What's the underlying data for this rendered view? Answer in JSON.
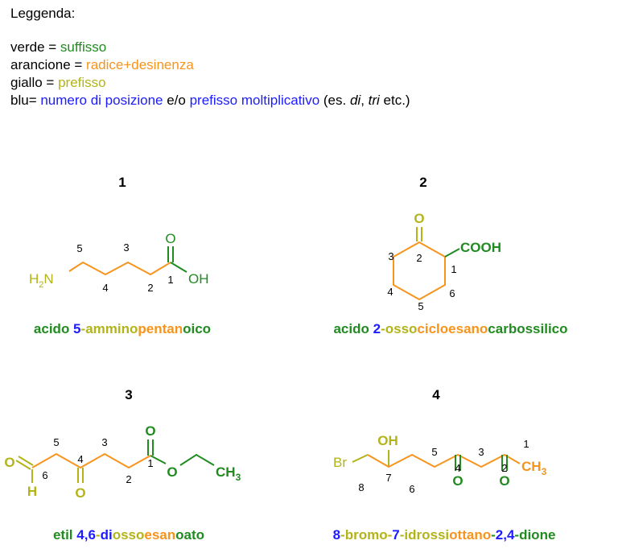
{
  "legend": {
    "title": "Leggenda:",
    "green": {
      "key": "verde",
      "eq": " = ",
      "value": "suffisso",
      "color": "#218b21"
    },
    "orange": {
      "key": "arancione",
      "eq": " = ",
      "value": "radice+desinenza",
      "color": "#f7941d"
    },
    "yellow": {
      "key": "giallo",
      "eq": " = ",
      "value": "prefisso",
      "color": "#b3b31a"
    },
    "blue": {
      "key": "blu",
      "eq": "= ",
      "value1": "numero di posizione",
      "mid": " e/o ",
      "value2": "prefisso moltiplicativo",
      "note_open": " (es. ",
      "ex1": "di",
      "sep": ", ",
      "ex2": "tri",
      "note_close": " etc.)",
      "color": "#1c1cff"
    }
  },
  "compounds": [
    {
      "label": "1",
      "atoms": {
        "n": "H",
        "n_sub": "2",
        "n_n": "N",
        "o_top": "O",
        "oh": "OH"
      },
      "locants": [
        "5",
        "3",
        "1",
        "4",
        "2"
      ],
      "name": [
        "acido ",
        "5",
        "-",
        "ammino",
        "pentan",
        "oico"
      ]
    },
    {
      "label": "2",
      "atoms": {
        "o_top": "O",
        "cooh": "COOH"
      },
      "locants": [
        "3",
        "2",
        "1",
        "4",
        "6",
        "5"
      ],
      "name": [
        "acido ",
        "2",
        "-",
        "osso",
        "cicloesano",
        "carbossilico"
      ]
    },
    {
      "label": "3",
      "atoms": {
        "o_left": "O",
        "h": "H",
        "o_mid": "O",
        "o_top": "O",
        "o_ester": "O",
        "ch": "CH",
        "ch_sub": "3"
      },
      "locants": [
        "5",
        "3",
        "6",
        "4",
        "1",
        "2"
      ],
      "name": [
        "etil ",
        "4,6",
        "-",
        "di",
        "osso",
        "esan",
        "oato"
      ]
    },
    {
      "label": "4",
      "atoms": {
        "oh": "OH",
        "br": "Br",
        "ch": "CH",
        "ch_sub": "3",
        "o1": "O",
        "o2": "O"
      },
      "locants": [
        "1",
        "5",
        "3",
        "4",
        "2",
        "7",
        "8",
        "6"
      ],
      "name": [
        "8",
        "-",
        "bromo",
        "-",
        "7",
        "-",
        "idrossi",
        "ottano",
        "-",
        "2,4",
        "-",
        "dione"
      ]
    }
  ]
}
